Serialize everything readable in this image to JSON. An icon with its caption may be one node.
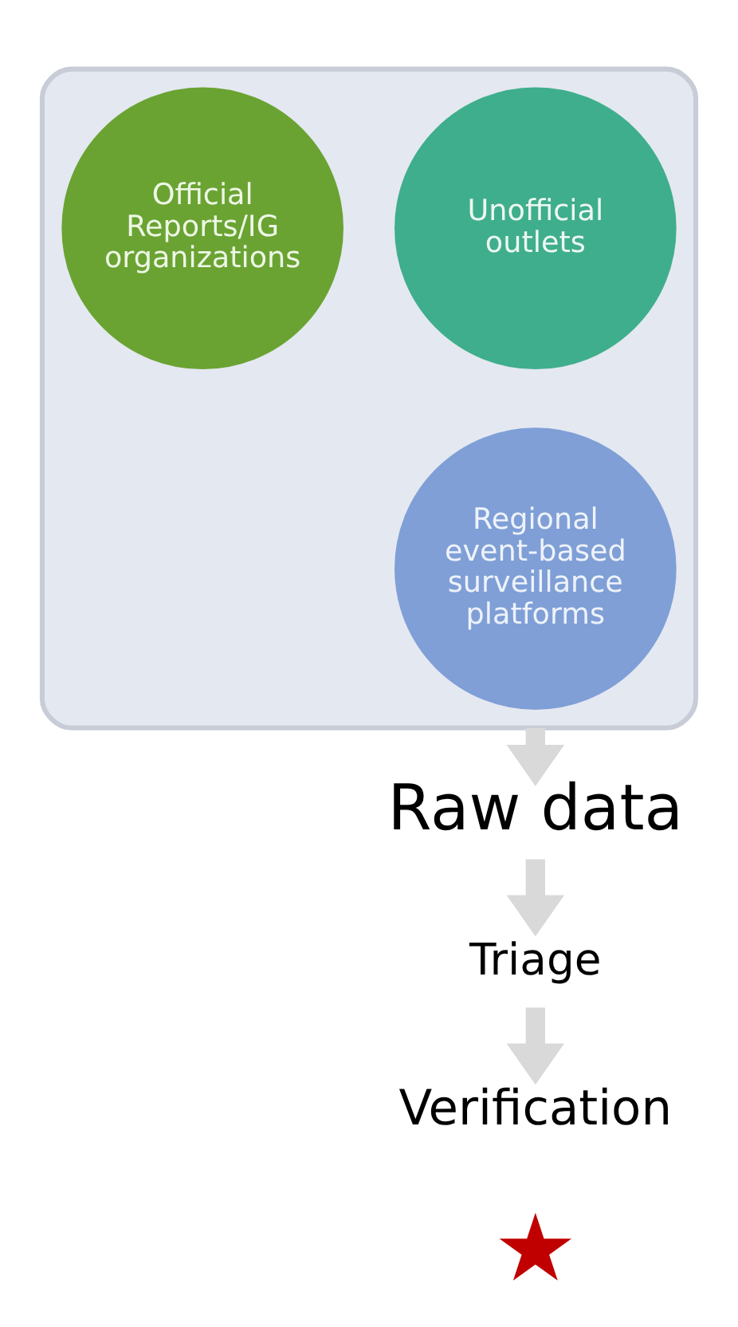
{
  "diagram": {
    "nodes": [
      {
        "text": [],
        "shape": "funnel"
      },
      {
        "text": [
          "Unofficial outlets"
        ],
        "in": 0
      },
      {
        "text": [
          "Official Reports/IG organizations"
        ],
        "in": 0
      },
      {
        "text": [
          "Regional event-based surveillance platforms"
        ],
        "in": 0
      },
      {
        "text": [
          "Raw data"
        ]
      },
      {
        "text": [
          "Triage"
        ]
      },
      {
        "text": [
          "Verification"
        ]
      },
      {
        "text": [],
        "shape": "star"
      }
    ],
    "edges": [
      {
        "from": 0,
        "to": 4,
        "arrow": "to"
      },
      {
        "from": 4,
        "to": 5,
        "arrow": "to"
      },
      {
        "from": 5,
        "to": 6,
        "arrow": "to"
      }
    ]
  }
}
